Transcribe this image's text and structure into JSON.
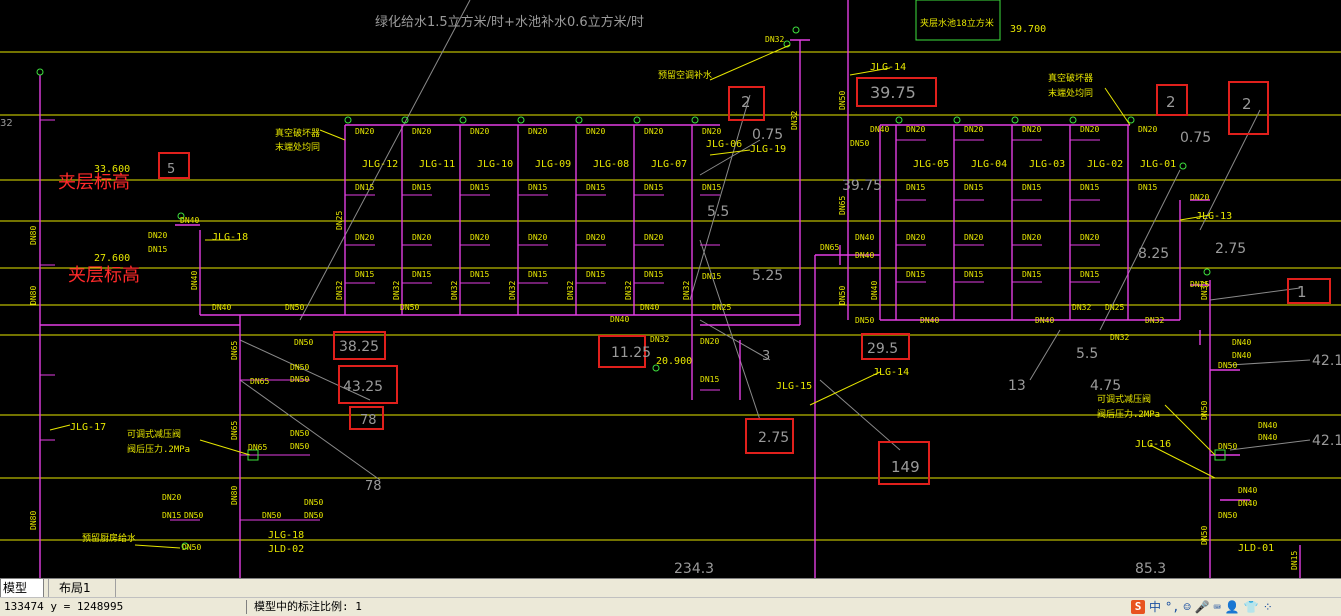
{
  "drawing": {
    "top_note": "绿化给水1.5立方米/时+水池补水0.6立方米/时",
    "box_note": "夹层水池18立方米",
    "elev_top": "39.700",
    "zone_left_1": "夹层标高",
    "zone_left_2": "夹层标高",
    "elev_left_1": "33.600",
    "elev_left_2": "27.600",
    "elev_mid": "20.900",
    "note_ac": "预留空调补水",
    "note_kitchen": "预留厨房给水",
    "note_valve_1a": "真空破坏器",
    "note_valve_1b": "末端处均同",
    "note_valve_2a": "真空破坏器",
    "note_valve_2b": "末端处均同",
    "note_prv_1a": "可调式减压阀",
    "note_prv_1b": "阀后压力.2MPa",
    "note_prv_2a": "可调式减压阀",
    "note_prv_2b": "阀后压力.2MPa",
    "risers_left": [
      "JLG-12",
      "JLG-11",
      "JLG-10",
      "JLG-09",
      "JLG-08",
      "JLG-07",
      "JLG-06"
    ],
    "risers_right": [
      "JLG-05",
      "JLG-04",
      "JLG-03",
      "JLG-02",
      "JLG-01"
    ],
    "riser_14": "JLG-14",
    "riser_14b": "JLG-14",
    "riser_13": "JLG-13",
    "riser_15": "JLG-15",
    "riser_16": "JLG-16",
    "riser_17": "JLG-17",
    "riser_18": "JLG-18",
    "riser_18b": "JLG-18",
    "riser_19": "JLG-19",
    "riser_d01": "JLD-01",
    "riser_d02": "JLD-02",
    "pipe_sizes": {
      "dn15": "DN15",
      "dn20": "DN20",
      "dn25": "DN25",
      "dn32": "DN32",
      "dn40": "DN40",
      "dn50": "DN50",
      "dn65": "DN65",
      "dn80": "DN80"
    },
    "gray_labels": {
      "v_075a": "0.75",
      "v_075b": "0.75",
      "v_3975": "39.75",
      "v_3975b": "39.75",
      "v_55": "5.5",
      "v_525": "5.25",
      "v_825": "8.25",
      "v_275": "2.75",
      "v_421a": "42.1",
      "v_421b": "42.1",
      "v_3825": "38.25",
      "v_4325": "43.25",
      "v_78a": "78",
      "v_78b": "78",
      "v_1125": "11.25",
      "v_295": "29.5",
      "v_55b": "5.5",
      "v_13": "13",
      "v_475": "4.75",
      "v_3": "3",
      "v_275b": "2.75",
      "v_149": "149",
      "v_2343": "234.3",
      "v_853": "85.3",
      "v_5": "5",
      "v_2a": "2",
      "v_2b": "2",
      "v_2c": "2",
      "v_1": "1",
      "v_32": "32"
    }
  },
  "tabs": {
    "model": "模型",
    "layout": "布局1"
  },
  "status": {
    "coords": "133474 y = 1248995",
    "scale": "模型中的标注比例: 1",
    "ime": "中"
  }
}
